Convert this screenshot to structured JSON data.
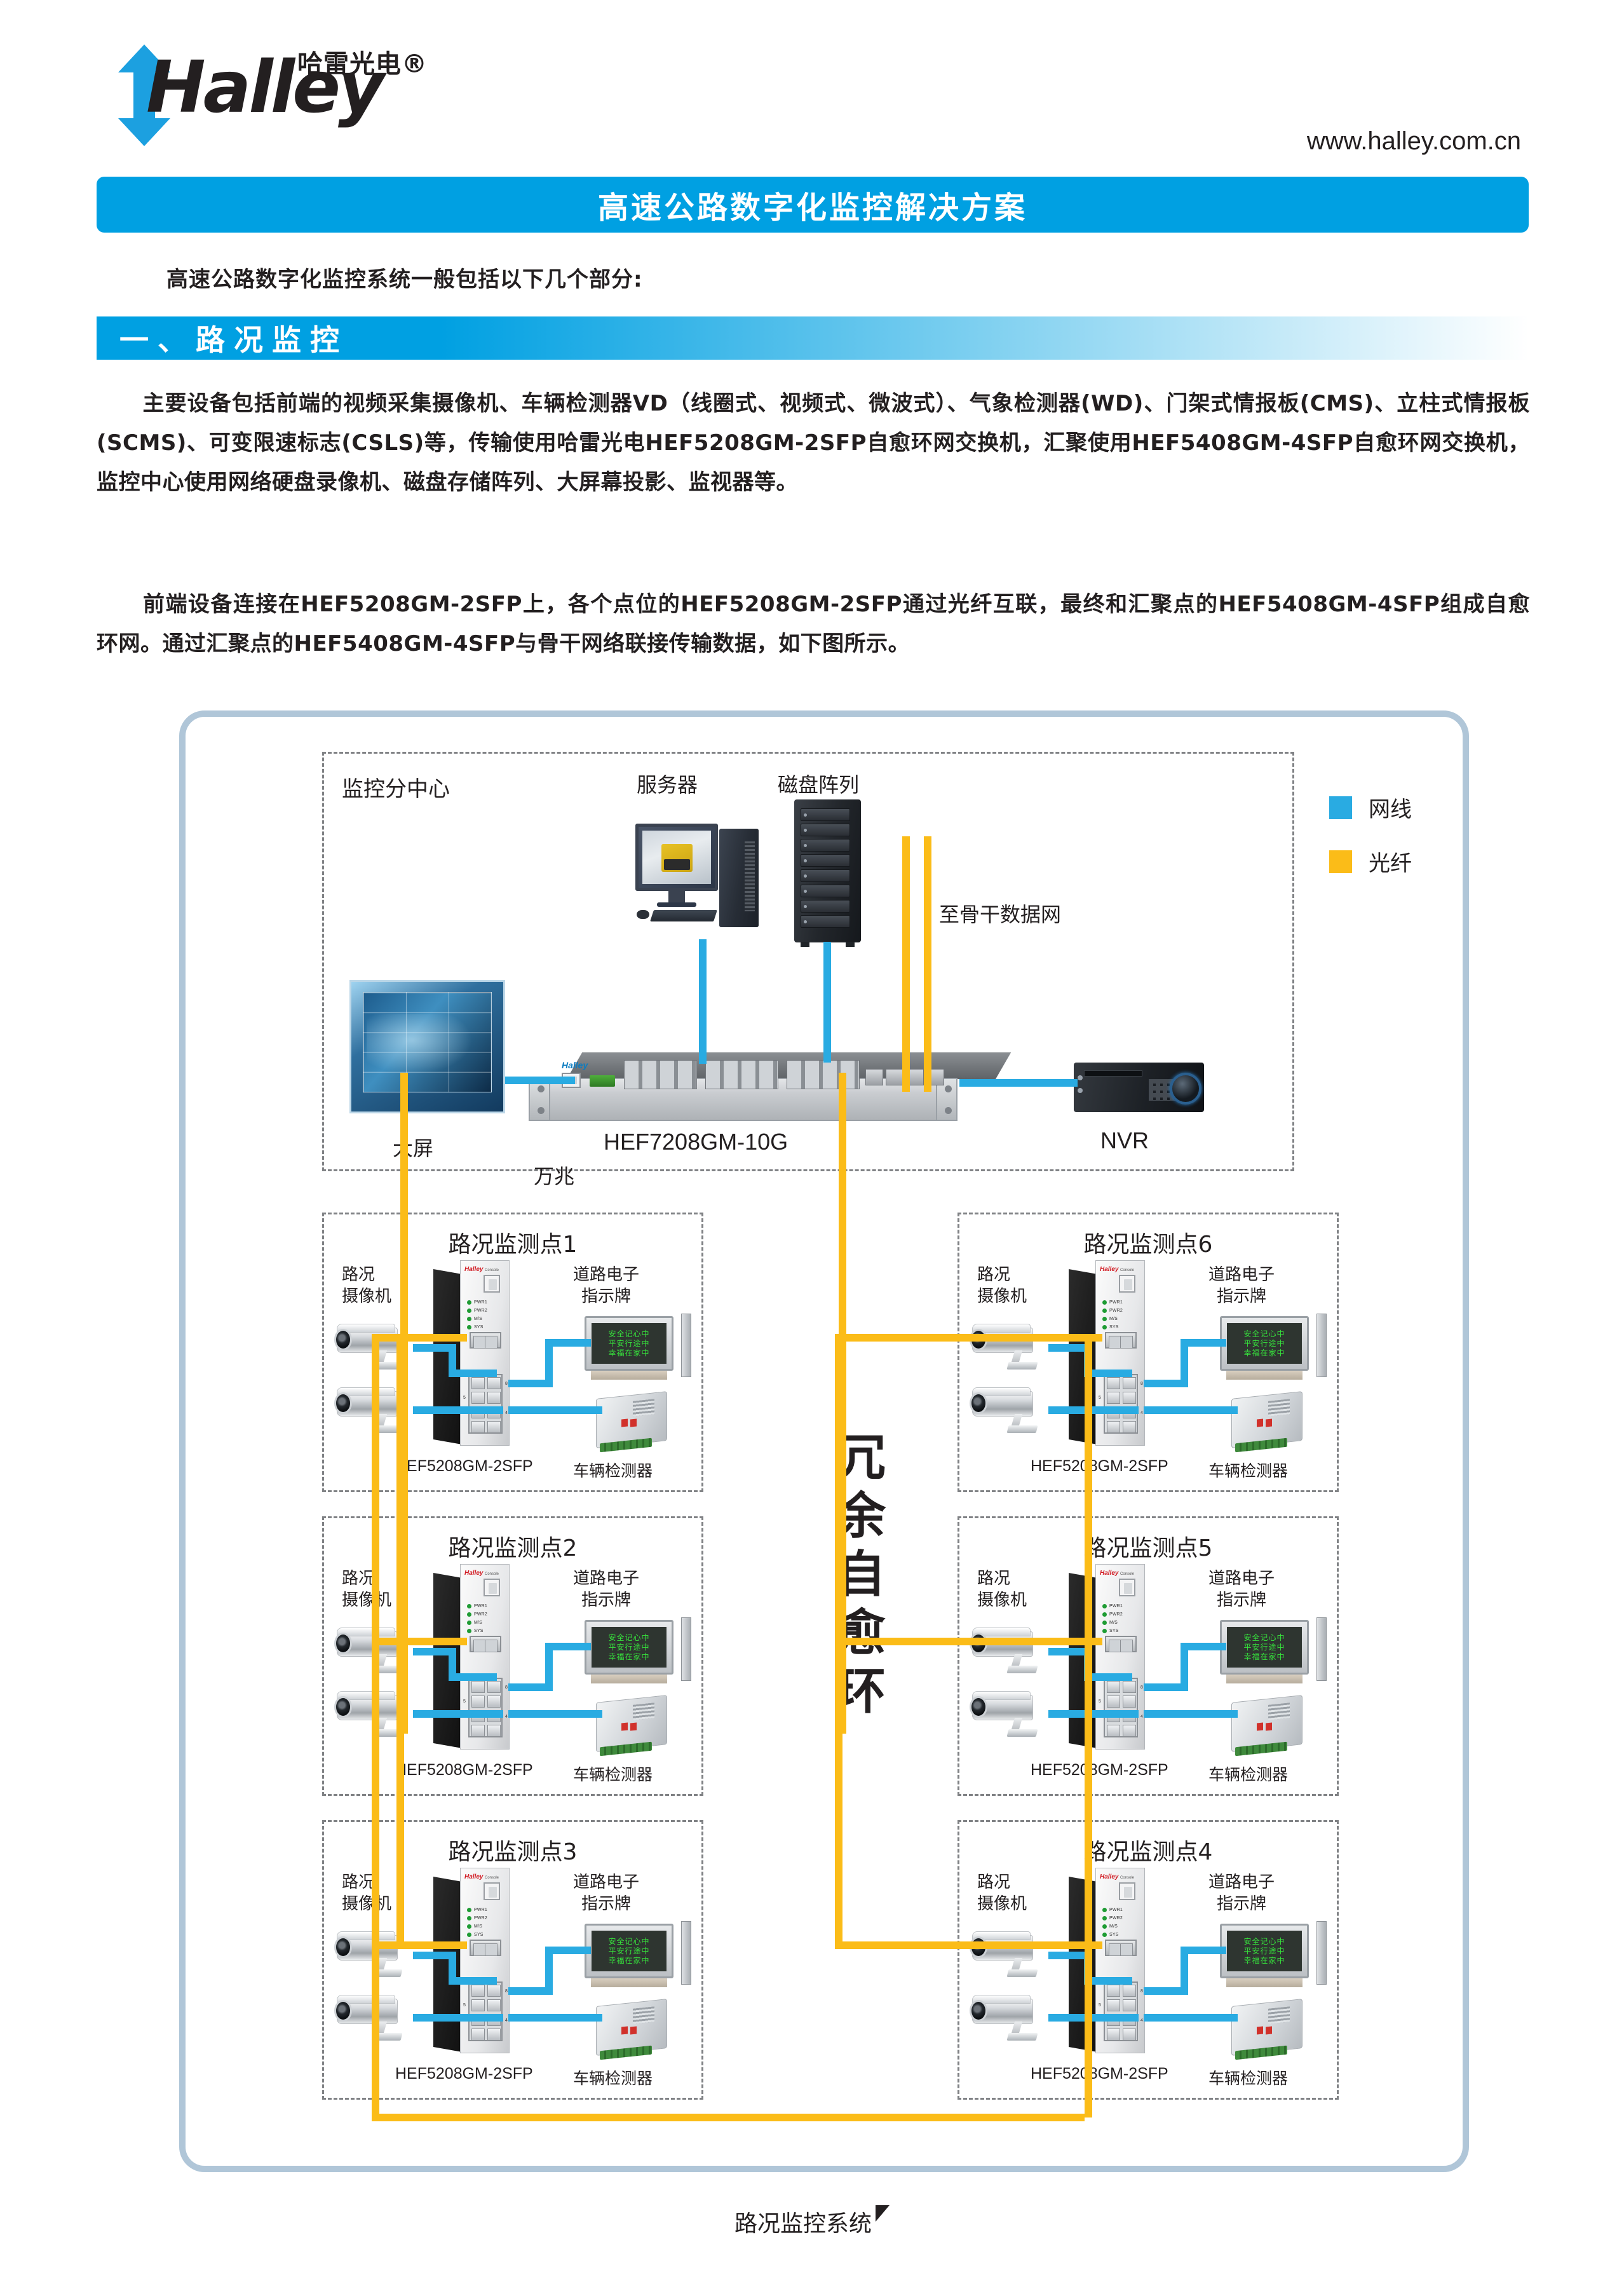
{
  "header": {
    "logo_text": "Halley",
    "logo_cn": "哈雷光电®",
    "website": "www.halley.com.cn"
  },
  "title_banner": "高速公路数字化监控解决方案",
  "intro_line": "高速公路数字化监控系统一般包括以下几个部分:",
  "section": {
    "heading": "一、路况监控"
  },
  "paragraphs": [
    "主要设备包括前端的视频采集摄像机、车辆检测器VD（线圈式、视频式、微波式）、气象检测器(WD)、门架式情报板(CMS)、立柱式情报板(SCMS)、可变限速标志(CSLS)等，传输使用哈雷光电HEF5208GM-2SFP自愈环网交换机，汇聚使用HEF5408GM-4SFP自愈环网交换机，监控中心使用网络硬盘录像机、磁盘存储阵列、大屏幕投影、监视器等。",
    "前端设备连接在HEF5208GM-2SFP上，各个点位的HEF5208GM-2SFP通过光纤互联，最终和汇聚点的HEF5408GM-4SFP组成自愈环网。通过汇聚点的HEF5408GM-4SFP与骨干网络联接传输数据，如下图所示。"
  ],
  "diagram": {
    "center": {
      "title": "监控分中心",
      "server_label": "服务器",
      "disk_label": "磁盘阵列",
      "backbone_label": "至骨干数据网",
      "switch_model": "HEF7208GM-10G",
      "nvr_label": "NVR",
      "wall_label": "大屏",
      "uplink_label": "万兆"
    },
    "legend": [
      {
        "label": "网线",
        "color": "#29ABE2"
      },
      {
        "label": "光纤",
        "color": "#FBBC18"
      }
    ],
    "ring_text": "冗余自愈环",
    "points": [
      {
        "title": "路况监测点1",
        "camera_label": "路况\n摄像机",
        "sign_label": "道路电子\n指示牌",
        "switch_model": "HEF5208GM-2SFP",
        "detector_label": "车辆检测器"
      },
      {
        "title": "路况监测点6",
        "camera_label": "路况\n摄像机",
        "sign_label": "道路电子\n指示牌",
        "switch_model": "HEF5208GM-2SFP",
        "detector_label": "车辆检测器"
      },
      {
        "title": "路况监测点2",
        "camera_label": "路况\n摄像机",
        "sign_label": "道路电子\n指示牌",
        "switch_model": "HEF5208GM-2SFP",
        "detector_label": "车辆检测器"
      },
      {
        "title": "路况监测点5",
        "camera_label": "路况\n摄像机",
        "sign_label": "道路电子\n指示牌",
        "switch_model": "HEF5208GM-2SFP",
        "detector_label": "车辆检测器"
      },
      {
        "title": "路况监测点3",
        "camera_label": "路况\n摄像机",
        "sign_label": "道路电子\n指示牌",
        "switch_model": "HEF5208GM-2SFP",
        "detector_label": "车辆检测器"
      },
      {
        "title": "路况监测点4",
        "camera_label": "路况\n摄像机",
        "sign_label": "道路电子\n指示牌",
        "switch_model": "HEF5208GM-2SFP",
        "detector_label": "车辆检测器"
      }
    ],
    "switch_leds": [
      "PWR1",
      "PWR2",
      "M/S",
      "SYS"
    ],
    "console_label": "Console",
    "sign_lines": [
      "安全记心中",
      "平安行途中",
      "幸福在家中"
    ]
  },
  "caption": "路况监控系统",
  "colors": {
    "brand_blue": "#00A0E2",
    "cable_network": "#29ABE2",
    "cable_fiber": "#FBBC18",
    "frame_blue": "#B0C6D8",
    "dash_gray": "#808285"
  }
}
